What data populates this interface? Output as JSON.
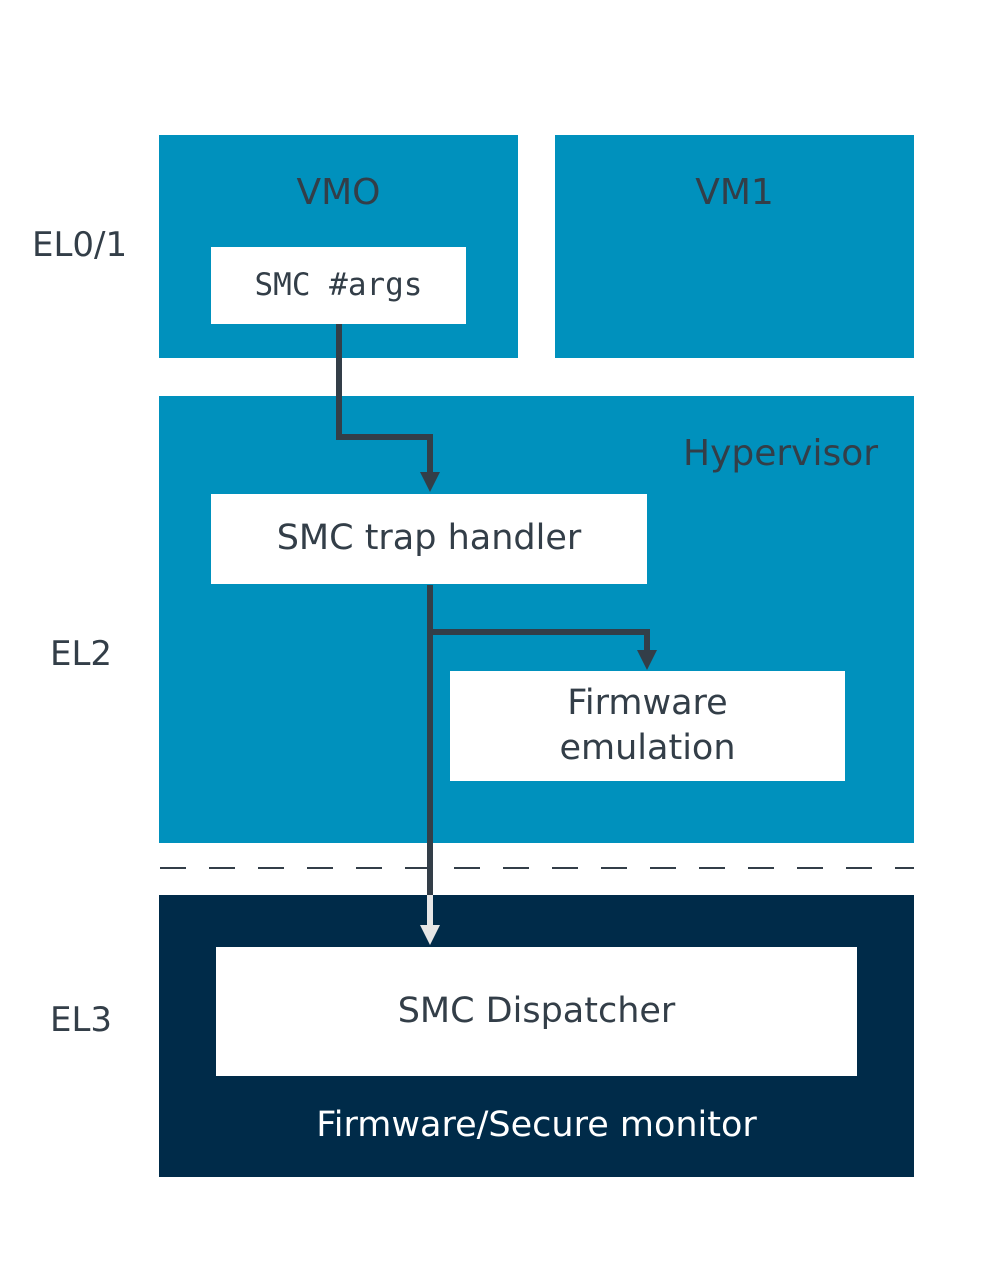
{
  "levels": {
    "el01": "EL0/1",
    "el2": "EL2",
    "el3": "EL3"
  },
  "vm0": {
    "title": "VMO",
    "instruction": "SMC #args"
  },
  "vm1": {
    "title": "VM1"
  },
  "hypervisor": {
    "title": "Hypervisor",
    "trap_handler": "SMC trap handler",
    "firmware_emulation": "Firmware emulation"
  },
  "monitor": {
    "dispatcher": "SMC Dispatcher",
    "title": "Firmware/Secure monitor"
  },
  "colors": {
    "blue": "#0091bd",
    "navy": "#002b49",
    "arrow": "#333e48",
    "arrow_light": "#e6e6e6",
    "text": "#333e48"
  }
}
